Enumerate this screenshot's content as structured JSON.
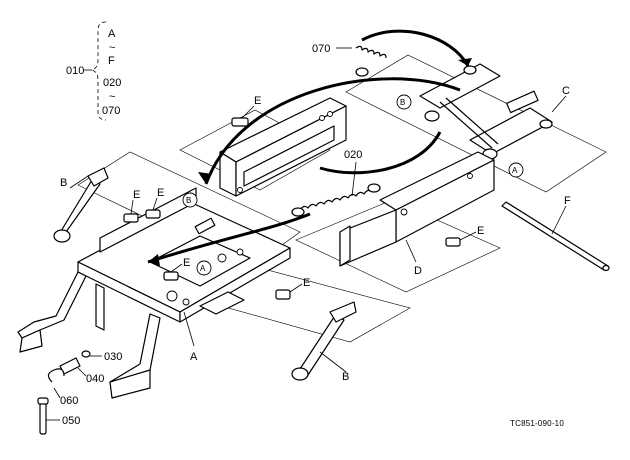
{
  "parts": {
    "range_group": "010",
    "range_lines": [
      "A",
      "~",
      "F",
      "020",
      "~",
      "070"
    ],
    "p020": "020",
    "p030": "030",
    "p040": "040",
    "p050": "050",
    "p060": "060",
    "p070": "070"
  },
  "letters": {
    "A": "A",
    "B": "B",
    "C": "C",
    "D": "D",
    "E": "E",
    "F": "F"
  },
  "drawing_code": "TC851-090-10"
}
